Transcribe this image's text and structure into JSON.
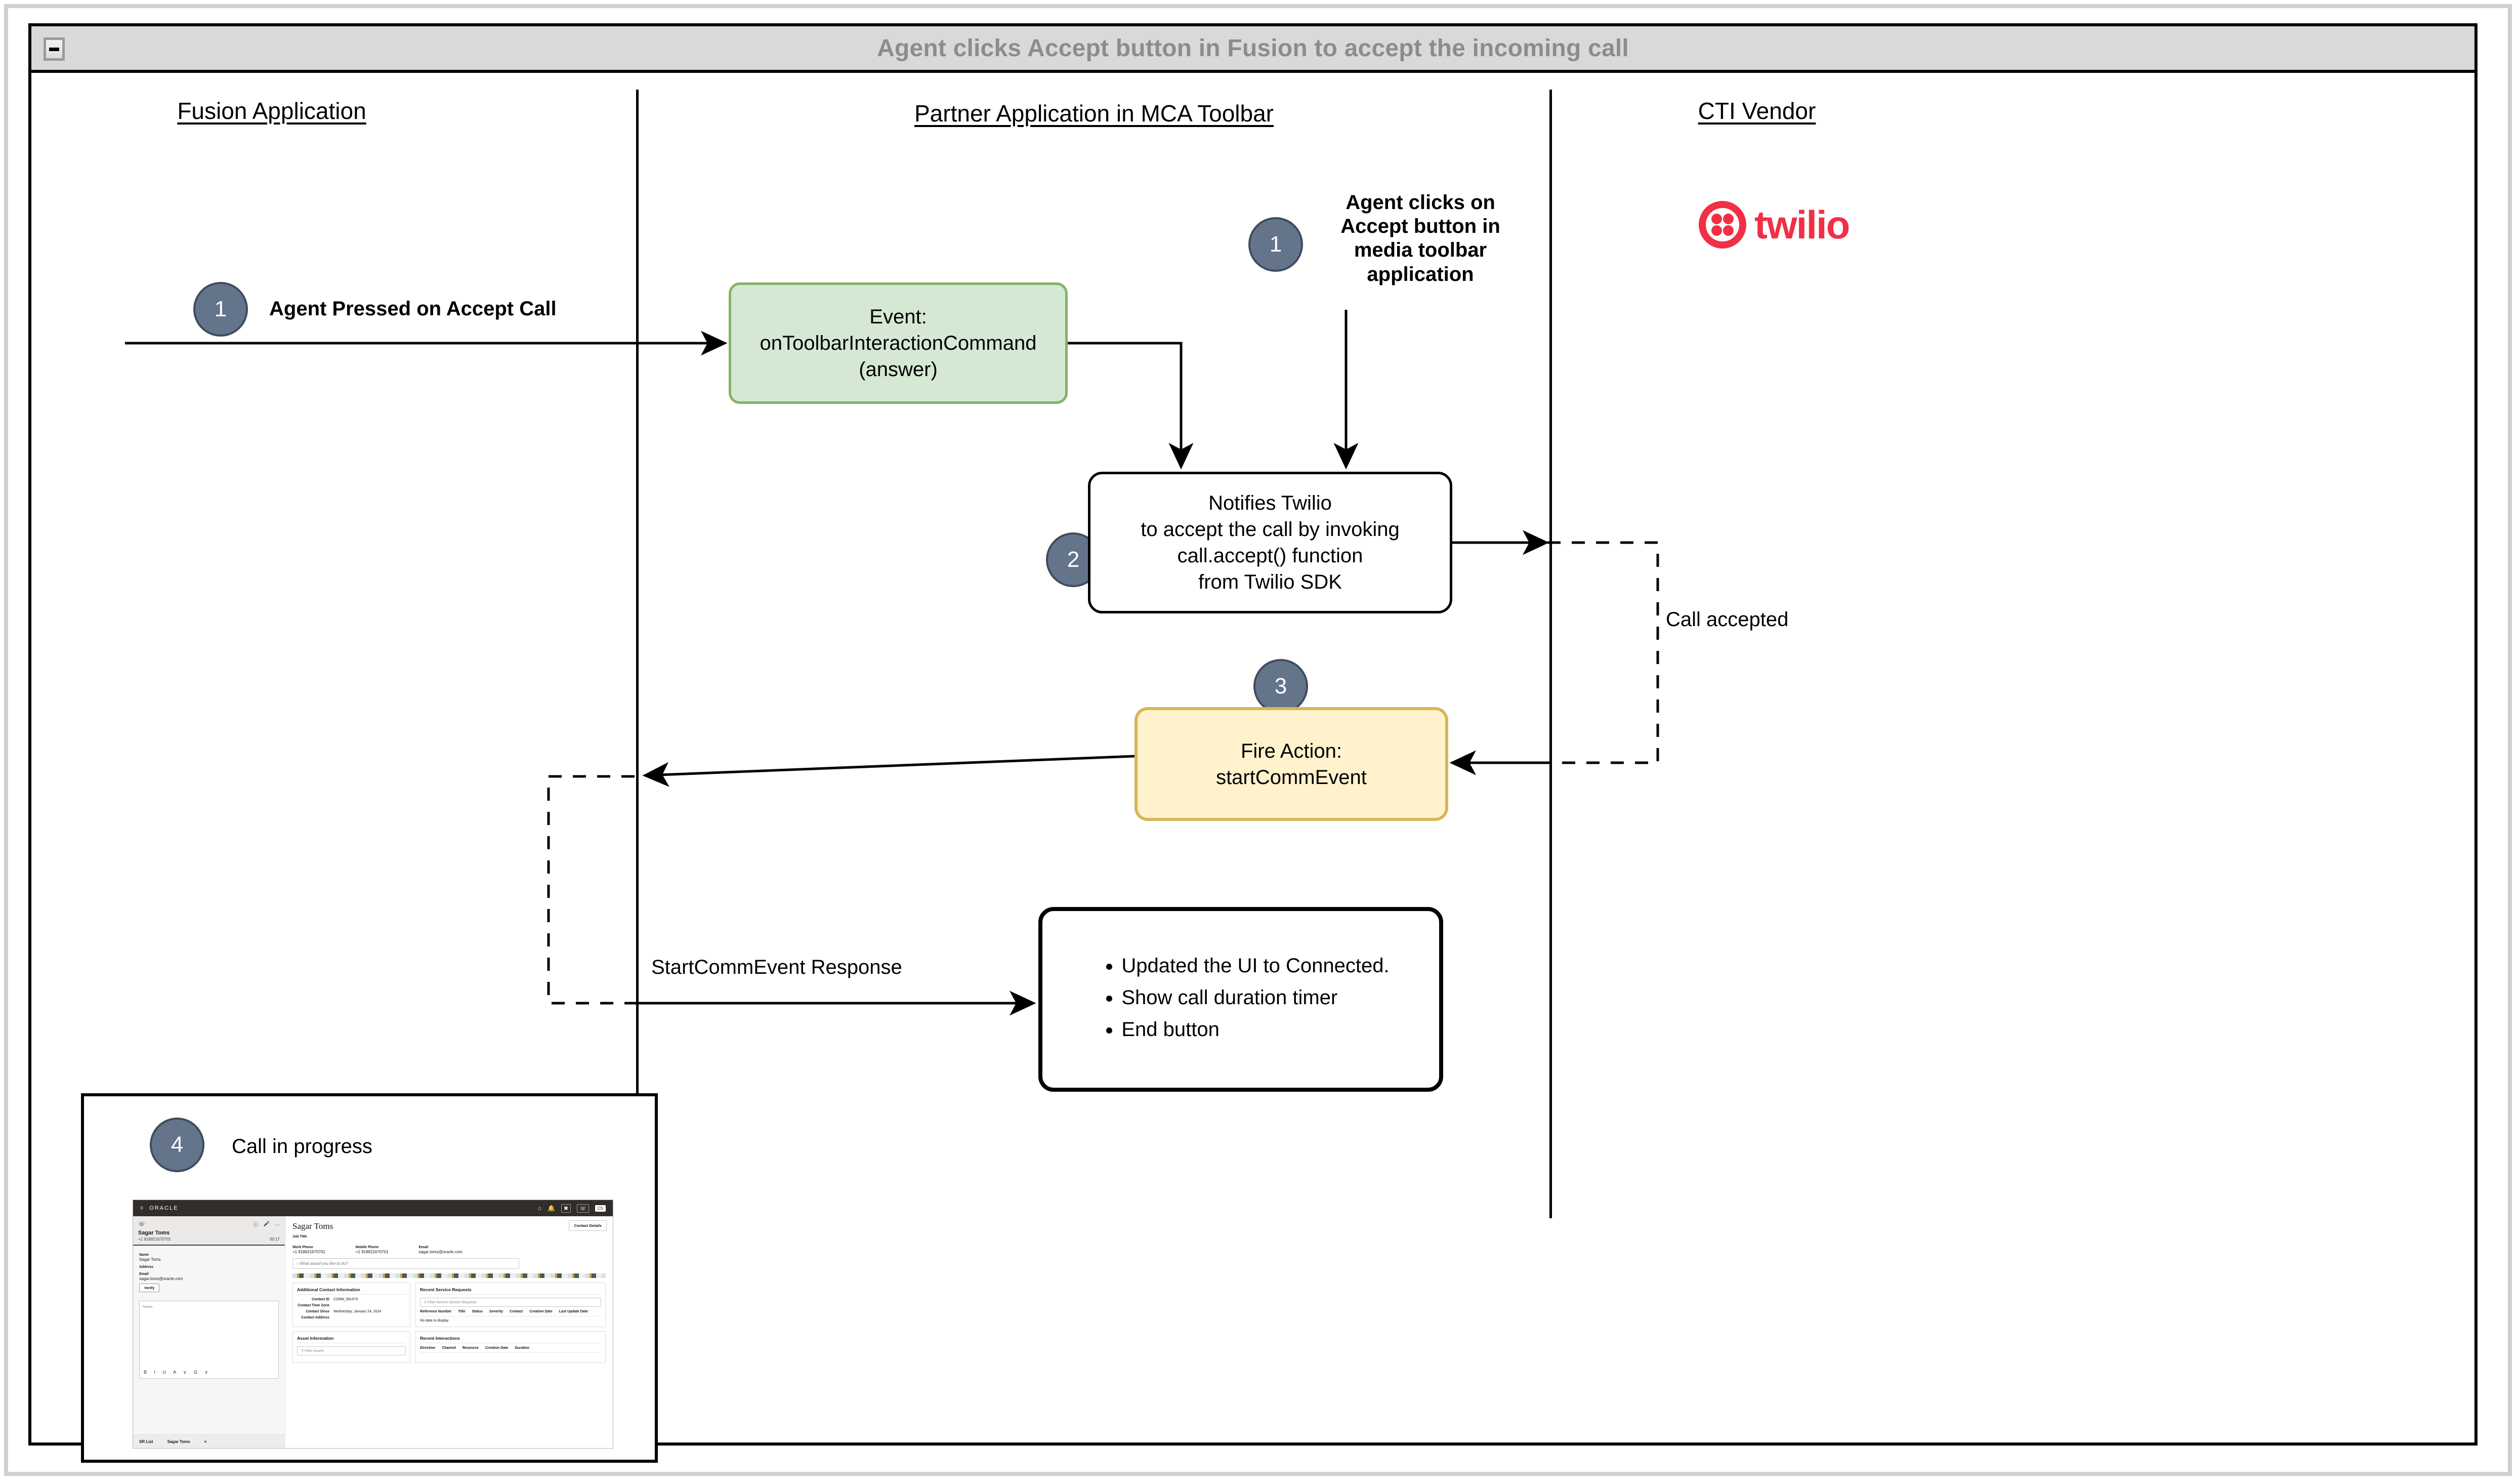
{
  "window": {
    "title": "Agent clicks Accept button in Fusion to accept the incoming call",
    "collapse_label": "−"
  },
  "lanes": [
    {
      "label": "Fusion Application"
    },
    {
      "label": "Partner Application in MCA Toolbar"
    },
    {
      "label": "CTI Vendor"
    }
  ],
  "vendor": {
    "logo_word": "twilio"
  },
  "steps": [
    {
      "number": "1",
      "caption": "Agent Pressed on Accept Call"
    },
    {
      "number": "1",
      "caption": "Agent clicks on Accept button in media toolbar application"
    },
    {
      "number": "2",
      "caption": ""
    },
    {
      "number": "3",
      "caption": ""
    },
    {
      "number": "4",
      "caption": "Call in progress"
    }
  ],
  "boxes": {
    "event": {
      "line1": "Event:",
      "line2": "onToolbarInteractionCommand",
      "line3": "(answer)"
    },
    "notify": {
      "line1": "Notifies Twilio",
      "line2": "to accept the call by invoking",
      "line3": "call.accept() function",
      "line4": "from Twilio SDK"
    },
    "fire": {
      "line1": "Fire Action:",
      "line2": "startCommEvent"
    },
    "result": {
      "bullets": [
        "Updated the UI to Connected.",
        "Show call duration timer",
        "End button"
      ]
    }
  },
  "edge_labels": {
    "call_accepted": "Call accepted",
    "start_comm_event_response": "StartCommEvent Response"
  },
  "screenshot": {
    "brand": "ORACLE",
    "menu_icon": "hamburger-icon",
    "topbar_icons": [
      "home-icon",
      "bell-icon",
      "screen-pop-icon",
      "phone-icon"
    ],
    "avatar": "CS",
    "call": {
      "name": "Sagar Toms",
      "phone": "+1 918921670701",
      "timer": "00:17",
      "info_icon": "info-icon",
      "mic_icon": "microphone-icon",
      "more_icon": "more-icon"
    },
    "left_panel": {
      "name_label": "Name",
      "name_value": "Sagar Toms",
      "address_label": "Address",
      "email_label": "Email",
      "email_value": "sagar.toms@oracle.com",
      "verify_button": "Verify",
      "notes_placeholder": "Notes",
      "editor_tools": "B I U A ∨ Ω ∨"
    },
    "tabbar": {
      "home": "SR List",
      "active_tab": "Sagar Toms",
      "close": "×"
    },
    "right_panel": {
      "contact_name": "Sagar Toms",
      "job_title_label": "Job Title",
      "work_phone_label": "Work Phone",
      "work_phone_value": "+1 918921670701",
      "mobile_phone_label": "Mobile Phone",
      "mobile_phone_value": "+1 918921670701",
      "email_label": "Email",
      "email_value": "sagar.toms@oracle.com",
      "ask_placeholder": "What would you like to do?",
      "contact_details_button": "Contact Details"
    },
    "additional_contact": {
      "title": "Additional Contact Information",
      "rows": [
        {
          "key": "Contact ID",
          "value": "CDRM_951675"
        },
        {
          "key": "Contact Time Zone",
          "value": ""
        },
        {
          "key": "Contact Since",
          "value": "Wednesday, January 24, 2024"
        },
        {
          "key": "Contact Address",
          "value": ""
        }
      ]
    },
    "service_requests": {
      "title": "Recent Service Requests",
      "filter_placeholder": "Filter Recent Service Requests",
      "columns": [
        "Reference Number",
        "Title",
        "Status",
        "Severity",
        "Contact",
        "Creation Date",
        "Last Update Date"
      ],
      "empty": "No data to display."
    },
    "asset_information": {
      "title": "Asset Information",
      "filter_placeholder": "Filter Assets"
    },
    "recent_interactions": {
      "title": "Recent Interactions",
      "columns": [
        "Direction",
        "Channel",
        "Resource",
        "Creation Date",
        "Duration"
      ]
    }
  },
  "colors": {
    "badge": "#64748b",
    "green_fill": "#d5e8d4",
    "green_stroke": "#82b366",
    "yellow_fill": "#fff2cc",
    "yellow_stroke": "#d6b656",
    "twilio_red": "#f22f46",
    "titlebar": "#d9d9d9",
    "title_text": "#8c8c8c"
  }
}
